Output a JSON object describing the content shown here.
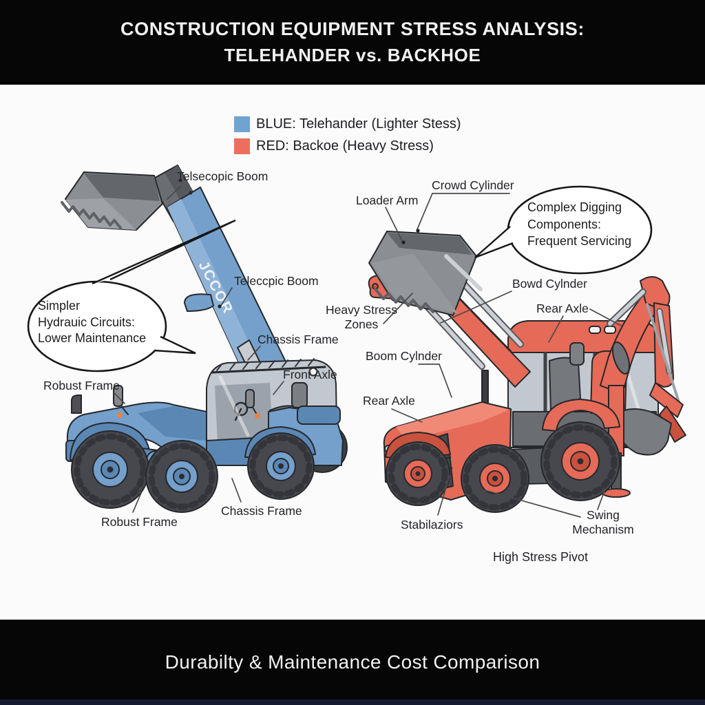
{
  "header": {
    "title_line1": "CONSTRUCTION EQUIPMENT STRESS ANALYSIS:",
    "title_line2": "TELEHANDER vs. BACKHOE"
  },
  "footer": {
    "caption": "Durabilty & Maintenance Cost Comparison"
  },
  "legend": {
    "items": [
      {
        "text": "BLUE: Telehander (Lighter Stess)",
        "swatch_color": "#6fa3d2"
      },
      {
        "text": "RED: Backoe  (Heavy Stress)",
        "swatch_color": "#ee6e5d"
      }
    ]
  },
  "speech_bubbles": {
    "left": {
      "lines": [
        "Simpler",
        "Hydrauic Circuits:",
        "Lower Maintenance"
      ]
    },
    "right": {
      "lines": [
        "Complex Digging",
        "Components:",
        "Frequent Servicing"
      ]
    }
  },
  "labels": {
    "telsecopic_boom": "Telsecopic Boom",
    "teleccpic_boom": "Teleccpic Boom",
    "chassis_frame_top": "Chassis Frame",
    "front_axle": "Front Axle",
    "robust_frame_top": "Robust Frame",
    "robust_frame_bottom": "Robust Frame",
    "chassis_frame_bottom": "Chassis Frame",
    "loader_arm": "Loader Arm",
    "crowd_cylinder": "Crowd Cylinder",
    "bowd_cylinder": "Bowd Cylnder",
    "rear_axle_right": "Rear Axle",
    "heavy_stress_zones": "Heavy Stress Zones",
    "boom_cylinder": "Boom Cylnder",
    "rear_axle_left": "Rear Axle",
    "stabilizers": "Stabilaziors",
    "swing_mechanism": "Swing Mechanism",
    "high_stress_pivot": "High Stress Pivot",
    "boom_logo": "JCCOR"
  },
  "colors": {
    "banner_bg": "#060606",
    "banner_text": "#f2f2f2",
    "page_bg": "#fbfbfc",
    "label_text": "#222326",
    "leader_line": "#4a4a4a",
    "legend_blue": "#6fa3d2",
    "legend_red": "#ee6e5d",
    "tele_blue": "#74a0cb",
    "tele_blue_dark": "#5b87b5",
    "tele_blue_deep": "#3f6b9b",
    "back_red": "#e66a58",
    "back_red_dark": "#c9523f",
    "back_red_light": "#f08a77",
    "machine_gray": "#8b8e93",
    "machine_gray_dark": "#63666b",
    "tire": "#46484d",
    "glass": "#c2c8cf"
  }
}
